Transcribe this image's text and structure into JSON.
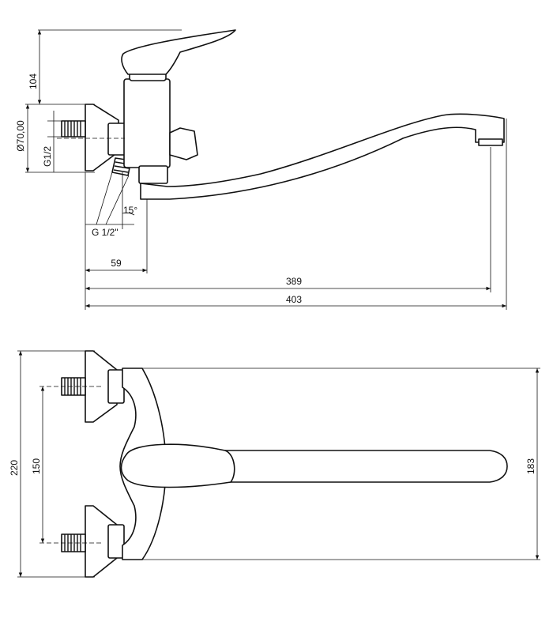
{
  "side_view": {
    "dim_height_top": "104",
    "dim_flange_dia": "Ø70,00",
    "dim_inlet_thread": "G1/2",
    "dim_angle": "15°",
    "dim_outlet_thread": "G 1/2\"",
    "dim_offset": "59",
    "dim_spout_reach": "389",
    "dim_overall_length": "403"
  },
  "top_view": {
    "dim_overall_width": "220",
    "dim_inlet_spacing": "150",
    "dim_body_width": "183"
  }
}
